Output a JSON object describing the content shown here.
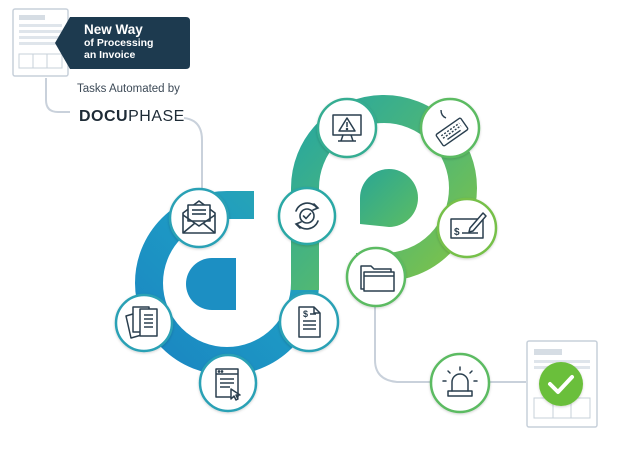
{
  "header": {
    "title_line1": "New Way",
    "title_line2": "of Processing",
    "title_line3": "an Invoice",
    "tasks_label": "Tasks Automated by",
    "brand_part1": "DOCU",
    "brand_part2": "PHASE"
  },
  "colors": {
    "navy": "#1d3a4f",
    "teal": "#2fa7a4",
    "blue": "#1e8ec1",
    "green": "#7cc242",
    "success": "#6bbf3a",
    "icon_stroke": "#2a3f4f"
  },
  "steps": [
    {
      "id": "email",
      "icon": "envelope-icon"
    },
    {
      "id": "documents",
      "icon": "document-stack-icon"
    },
    {
      "id": "web-form",
      "icon": "browser-form-icon"
    },
    {
      "id": "invoice",
      "icon": "invoice-dollar-icon"
    },
    {
      "id": "workflow",
      "icon": "cycle-check-icon"
    },
    {
      "id": "alert",
      "icon": "monitor-alert-icon"
    },
    {
      "id": "data-entry",
      "icon": "keyboard-icon"
    },
    {
      "id": "payment",
      "icon": "check-signature-icon"
    },
    {
      "id": "archive",
      "icon": "folder-icon"
    },
    {
      "id": "notification",
      "icon": "alarm-light-icon"
    }
  ]
}
